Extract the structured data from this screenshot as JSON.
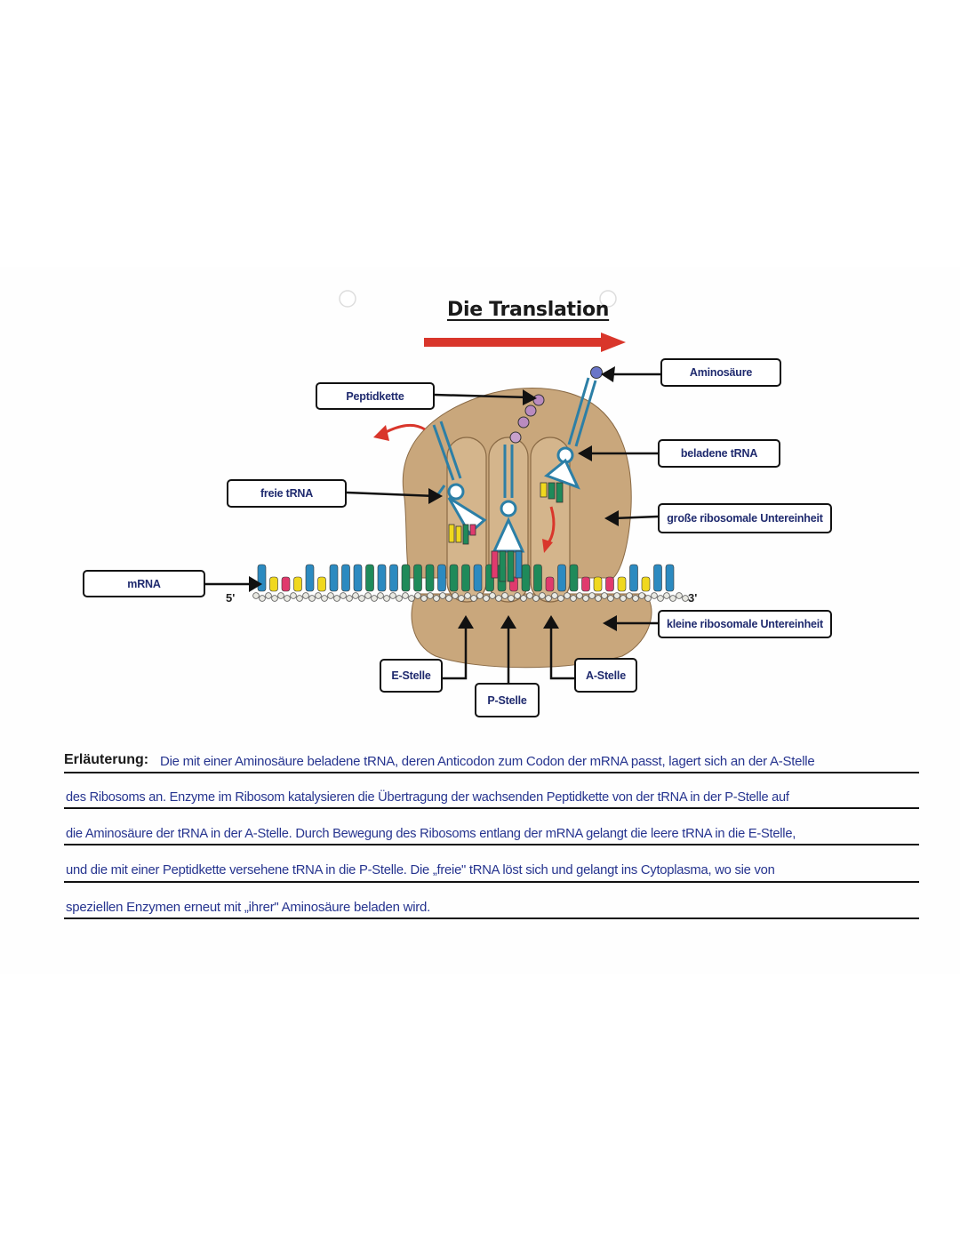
{
  "title": "Die Translation",
  "labels": {
    "aminosaeure": "Aminosäure",
    "peptidkette": "Peptidkette",
    "beladene_trna": "beladene tRNA",
    "freie_trna": "freie tRNA",
    "grosse_untereinheit": "große ribosomale Untereinheit",
    "mrna": "mRNA",
    "kleine_untereinheit": "kleine ribosomale Untereinheit",
    "e_stelle": "E-Stelle",
    "p_stelle": "P-Stelle",
    "a_stelle": "A-Stelle",
    "five_prime": "5'",
    "three_prime": "3'"
  },
  "colors": {
    "ribosome": "#c9a77c",
    "ribosome_dark": "#a9875d",
    "arrow_red": "#d9362b",
    "trna": "#2c7fa6",
    "text_blue": "#26348f",
    "nucleotides": [
      "#2c8ac0",
      "#f0d81e",
      "#e03a6d",
      "#1f8a5a"
    ]
  },
  "explanation": {
    "heading": "Erläuterung:",
    "lines": [
      "Die mit einer Aminosäure beladene tRNA, deren Anticodon zum Codon der mRNA passt, lagert sich an der A-Stelle",
      "des Ribosoms an. Enzyme im Ribosom katalysieren die Übertragung der wachsenden Peptidkette von der tRNA in der P-Stelle auf",
      "die Aminosäure der tRNA in der A-Stelle. Durch Bewegung des Ribosoms entlang der mRNA gelangt die leere tRNA in die E-Stelle,",
      "und die mit einer Peptidkette versehene tRNA in die P-Stelle. Die „freie\" tRNA löst sich und gelangt ins Cytoplasma, wo sie von",
      "speziellen Enzymen erneut mit „ihrer\" Aminosäure beladen wird."
    ]
  }
}
